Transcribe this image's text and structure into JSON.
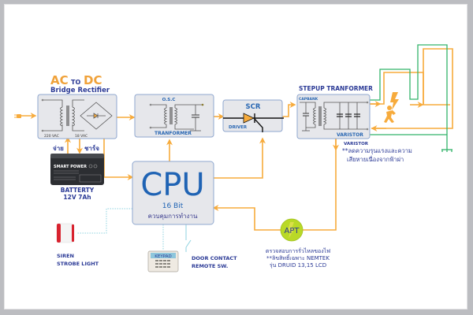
{
  "colors": {
    "power_line": "#f7ab3c",
    "ground_line": "#33b46a",
    "signal_line": "#8fd3e0",
    "box_fill": "#e6e7eb",
    "box_border": "#8fa7cf",
    "label_navy": "#2b3a96",
    "label_blue": "#2967b3",
    "title_orange": "#f0a23a",
    "apt_green": "#b9d927"
  },
  "rectifier": {
    "title_ac": "AC",
    "title_to": "TO",
    "title_dc": "DC",
    "subtitle": "Bridge Rectifier",
    "label_in": "220 VAC",
    "label_out": "18 VAC"
  },
  "battery": {
    "label_discharge": "จ่าย",
    "label_charge": "ชาร์จ",
    "brand": "SMART POWER",
    "name": "BATTERTY",
    "spec": "12V 7Ah"
  },
  "osc": {
    "title": "O.S.C",
    "label": "TRANFORMER"
  },
  "scr": {
    "title": "SCR",
    "label": "DRIVER"
  },
  "stepup": {
    "title": "STEPUP TRANFORMER",
    "label_capbank": "CAPBANK",
    "label_varistor": "VARISTOR"
  },
  "varistor_note": {
    "title": "VARISTOR",
    "line1": "**ลดความรุนแรงและความ",
    "line2": "เสียหายเนื่องจากฟ้าผ่า"
  },
  "cpu": {
    "title": "CPU",
    "bits": "16 Bit",
    "caption": "ควบคุมการทำงาน"
  },
  "apt": {
    "label": "APT",
    "line1": "ตรวจสอบการรั่วไหลของไฟ",
    "line2": "**ลิขสิทธิ์เฉพาะ NEMTEK",
    "line3": "รุ่น DRUID 13,15 LCD"
  },
  "siren": {
    "line1": "SIREN",
    "line2": "STROBE LIGHT"
  },
  "keypad": {
    "label": "KEYPAD"
  },
  "door": {
    "line1": "DOOR CONTACT",
    "line2": "REMOTE SW."
  }
}
